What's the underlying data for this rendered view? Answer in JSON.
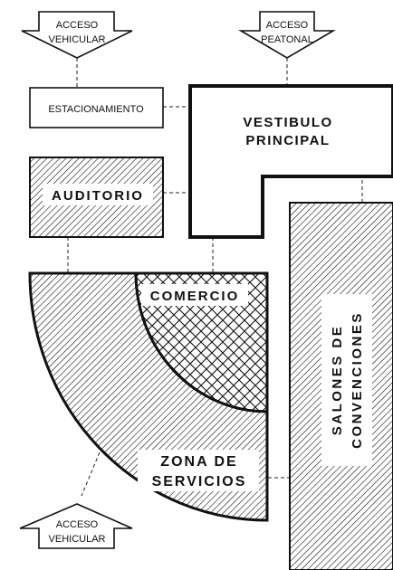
{
  "labels": {
    "access_vehicle_top_1": "ACCESO",
    "access_vehicle_top_2": "VEHICULAR",
    "access_pedestrian_1": "ACCESO",
    "access_pedestrian_2": "PEATONAL",
    "parking": "ESTACIONAMIENTO",
    "lobby_1": "VESTIBULO",
    "lobby_2": "PRINCIPAL",
    "auditorium": "AUDITORIO",
    "commerce": "COMERCIO",
    "services_1": "ZONA DE",
    "services_2": "SERVICIOS",
    "convention_1": "SALONES DE",
    "convention_2": "CONVENCIONES",
    "access_vehicle_bottom_1": "ACCESO",
    "access_vehicle_bottom_2": "VEHICULAR"
  }
}
